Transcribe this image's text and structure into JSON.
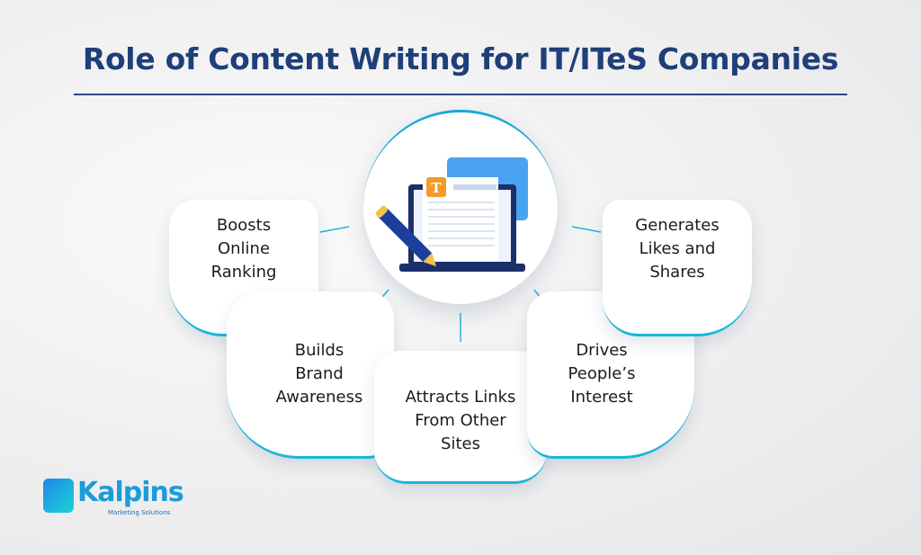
{
  "title": "Role of Content Writing for IT/ITeS Companies",
  "center_icon": "laptop-document-pencil-icon",
  "items": [
    {
      "label": "Boosts Online Ranking"
    },
    {
      "label": "Builds Brand Awareness"
    },
    {
      "label": "Attracts Links From Other Sites"
    },
    {
      "label": "Drives People’s Interest"
    },
    {
      "label": "Generates Likes and Shares"
    }
  ],
  "logo": {
    "name": "Kalpins",
    "tagline": "Marketing Solutions"
  },
  "colors": {
    "title": "#1f3f78",
    "accent": "#19b6dc",
    "icon_navy": "#1b2f6b",
    "icon_orange": "#f39a2a",
    "icon_blue": "#4aa3f0"
  }
}
